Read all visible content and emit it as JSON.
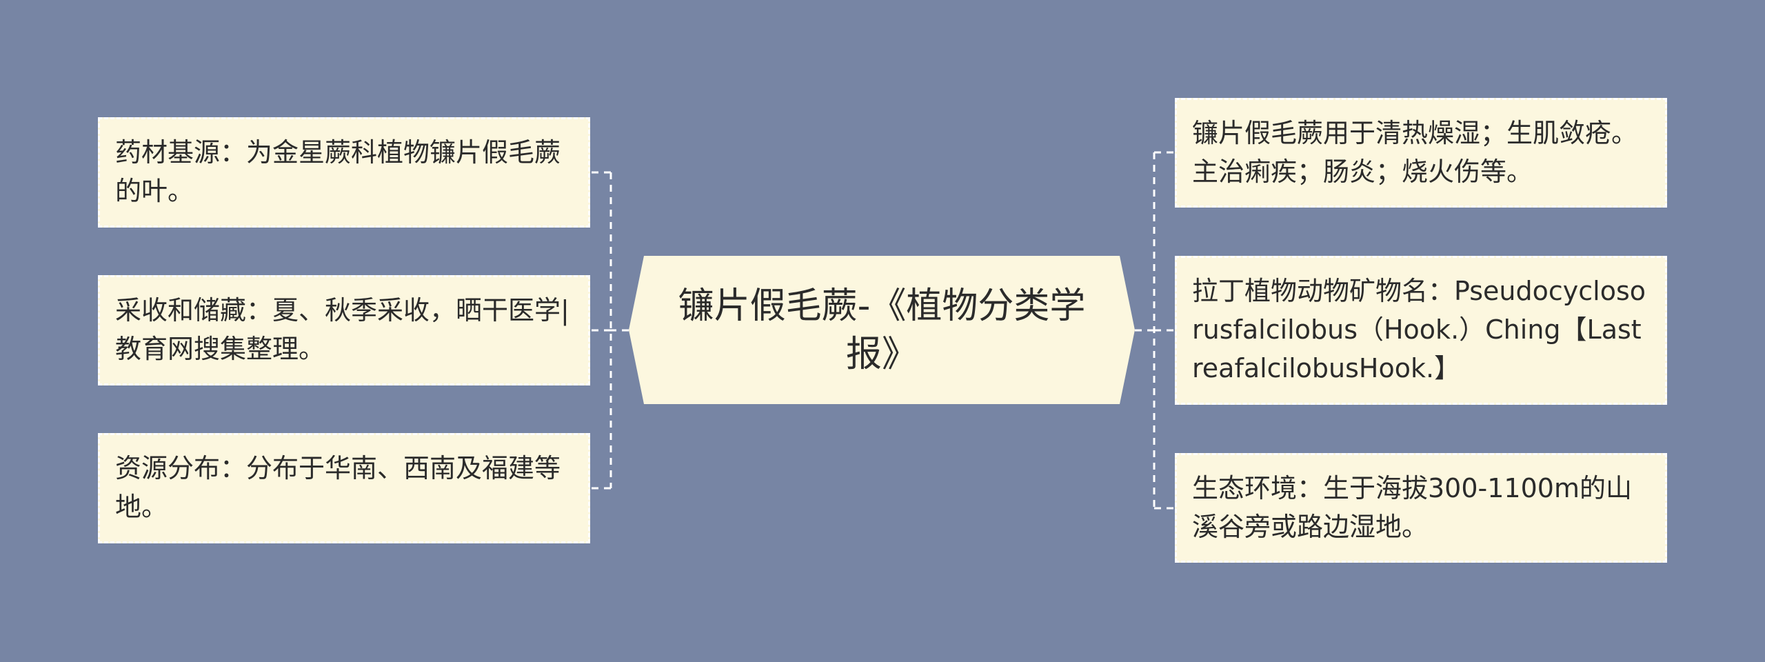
{
  "colors": {
    "background": "#7785a4",
    "node_fill": "#fcf7df",
    "connector": "#ffffff"
  },
  "center": {
    "label": "镰片假毛蕨-《植物分类学报》"
  },
  "left_nodes": [
    {
      "text": "药材基源：为金星蕨科植物镰片假毛蕨的叶。"
    },
    {
      "text": "采收和储藏：夏、秋季采收，晒干医学|教育网搜集整理。"
    },
    {
      "text": "资源分布：分布于华南、西南及福建等地。"
    }
  ],
  "right_nodes": [
    {
      "text": "镰片假毛蕨用于清热燥湿；生肌敛疮。主治痢疾；肠炎；烧火伤等。"
    },
    {
      "text": "拉丁植物动物矿物名：Pseudocyclosorusfalcilobus（Hook.）Ching【LastreafalcilobusHook.】"
    },
    {
      "text": "生态环境：生于海拔300-1100m的山溪谷旁或路边湿地。"
    }
  ]
}
